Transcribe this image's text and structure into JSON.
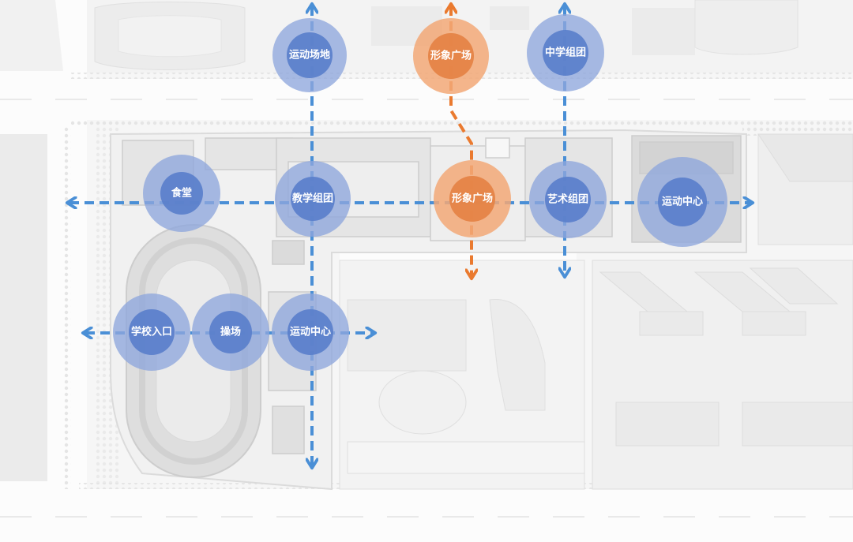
{
  "colors": {
    "blue_halo": "#8ea6dd",
    "blue_core": "#5a7fcb",
    "orange_halo": "#f2a877",
    "orange_core": "#e58447",
    "blue_arrow": "#4a8fd6",
    "orange_arrow": "#ea7a2f",
    "map_background": "#f1f1f1",
    "road": "#ffffff",
    "building": "#d8d8d8"
  },
  "nodes": [
    {
      "id": "sports-field-north",
      "label": "运动场地",
      "color": "blue"
    },
    {
      "id": "image-plaza-north",
      "label": "形象广场",
      "color": "orange"
    },
    {
      "id": "middle-school-group",
      "label": "中学组团",
      "color": "blue"
    },
    {
      "id": "canteen",
      "label": "食堂",
      "color": "blue"
    },
    {
      "id": "teaching-group",
      "label": "教学组团",
      "color": "blue"
    },
    {
      "id": "image-plaza-center",
      "label": "形象广场",
      "color": "orange"
    },
    {
      "id": "art-group",
      "label": "艺术组团",
      "color": "blue"
    },
    {
      "id": "sports-center-east",
      "label": "运动中心",
      "color": "blue"
    },
    {
      "id": "school-entrance",
      "label": "学校入口",
      "color": "blue"
    },
    {
      "id": "playground",
      "label": "操场",
      "color": "blue"
    },
    {
      "id": "sports-center-south",
      "label": "运动中心",
      "color": "blue"
    }
  ],
  "axes": [
    {
      "id": "main-east-west-axis",
      "color": "blue",
      "direction": "both"
    },
    {
      "id": "south-east-west-axis",
      "color": "blue",
      "direction": "both"
    },
    {
      "id": "teaching-north-south-axis",
      "color": "blue",
      "direction": "both"
    },
    {
      "id": "art-north-south-axis",
      "color": "blue",
      "direction": "both"
    },
    {
      "id": "plaza-north-south-axis",
      "color": "orange",
      "direction": "both"
    }
  ]
}
